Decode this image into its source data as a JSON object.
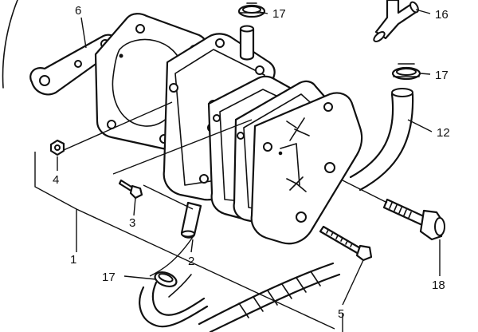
{
  "callouts": {
    "c1": "1",
    "c2": "2",
    "c3": "3",
    "c4": "4",
    "c5": "5",
    "c6": "6",
    "c12": "12",
    "c16": "16",
    "c17a": "17",
    "c17b": "17",
    "c17c": "17",
    "c18": "18"
  }
}
